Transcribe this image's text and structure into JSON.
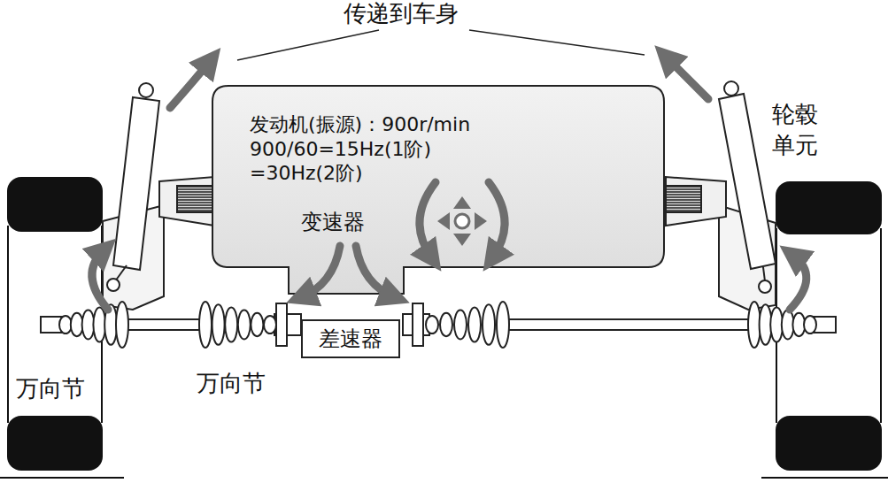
{
  "diagram": {
    "nodes": [
      {
        "text": [
          "发动机(振源)：900r/min 900/60=15Hz(1阶) =30Hz(2阶)",
          "变速器"
        ]
      },
      {
        "text": [
          "差速器"
        ]
      }
    ],
    "labels": [
      "传递到车身",
      "轮毂单元",
      "万向节",
      "万向节"
    ]
  }
}
